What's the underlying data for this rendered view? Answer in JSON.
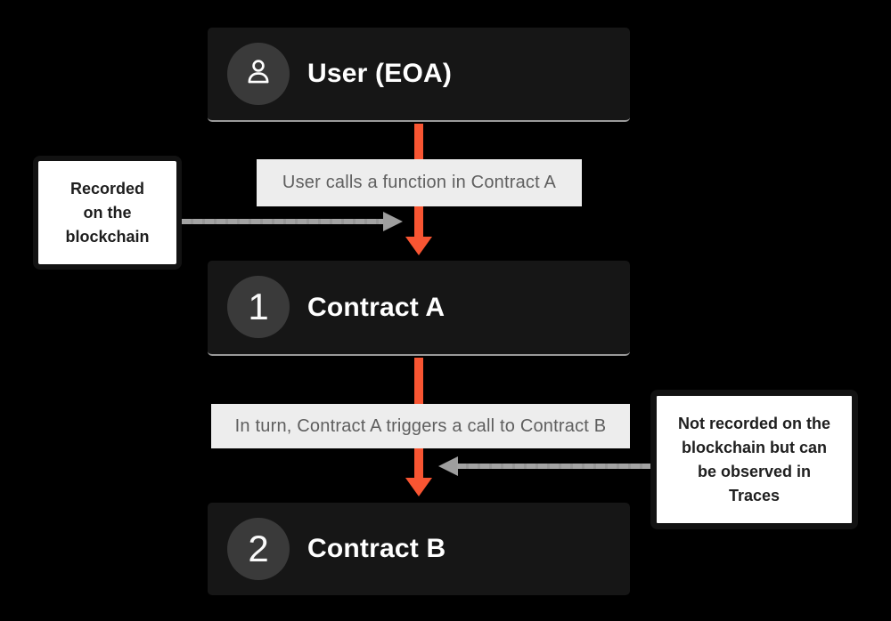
{
  "colors": {
    "background": "#000000",
    "node_background": "#161616",
    "node_divider": "#9a9a9a",
    "badge_background": "#3a3a3a",
    "node_text": "#ffffff",
    "edge_label_background": "#ededed",
    "edge_label_text": "#5f5f5f",
    "flow_arrow_orange": "#f85532",
    "annotation_arrow_gray": "#9e9e9e",
    "callout_border": "#121212",
    "callout_background": "#ffffff",
    "callout_text": "#1e1e1e"
  },
  "diagram": {
    "nodes": [
      {
        "id": "user-eoa",
        "badge_icon": "person-icon",
        "title": "User (EOA)"
      },
      {
        "id": "contract-a",
        "badge_number": "1",
        "title": "Contract A"
      },
      {
        "id": "contract-b",
        "badge_number": "2",
        "title": "Contract B"
      }
    ],
    "edge_labels": [
      {
        "text": "User calls a function in Contract A"
      },
      {
        "text": "In turn, Contract A triggers a call to Contract B"
      }
    ],
    "annotations": [
      {
        "position": "left",
        "lines": [
          "Recorded",
          "on the",
          "blockchain"
        ]
      },
      {
        "position": "right",
        "lines": [
          "Not recorded on the",
          "blockchain but can",
          "be observed in",
          "Traces"
        ]
      }
    ]
  }
}
